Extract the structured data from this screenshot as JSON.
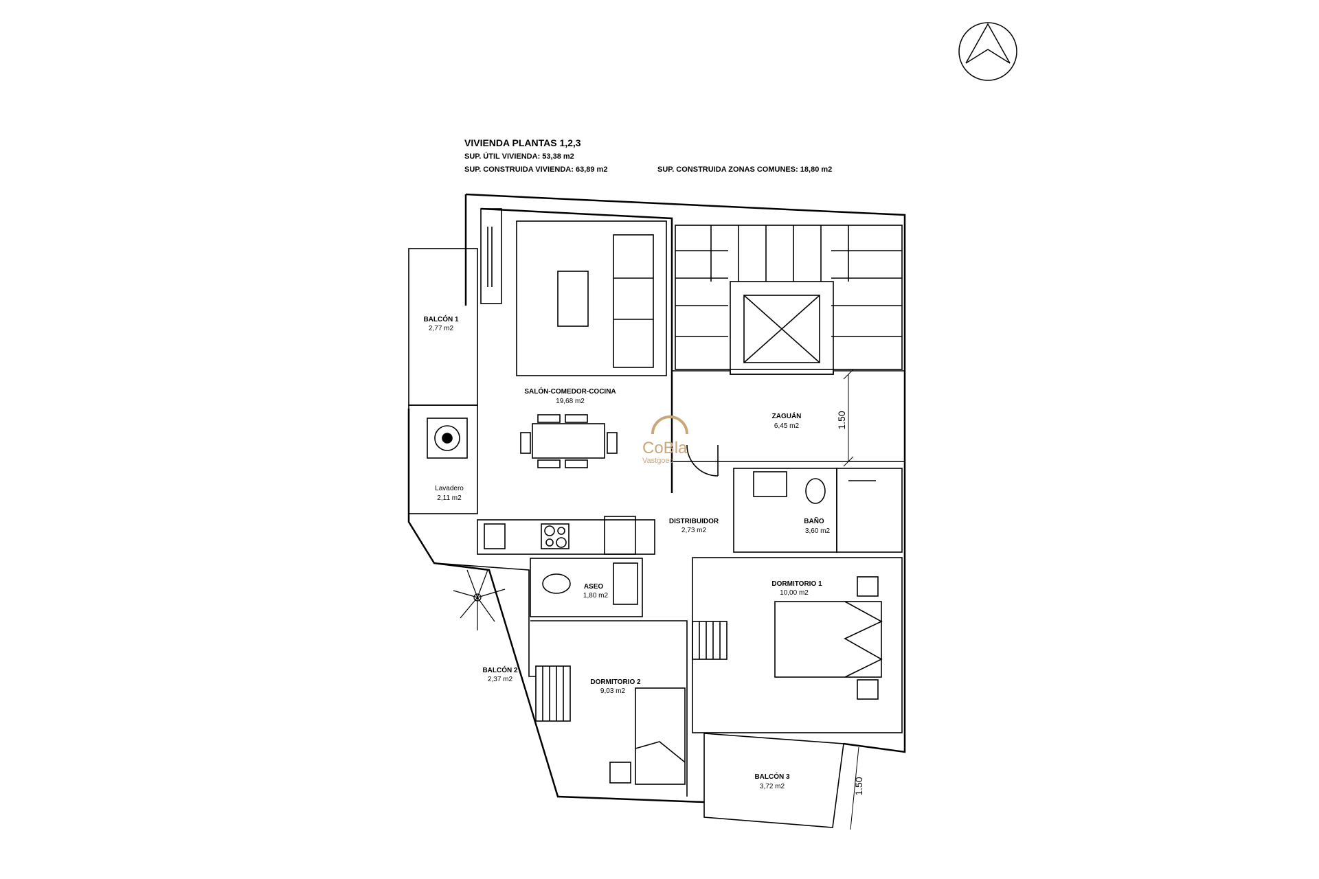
{
  "header": {
    "title": "VIVIENDA PLANTAS 1,2,3",
    "sup_util": "SUP. ÚTIL VIVIENDA: 53,38 m2",
    "sup_construida": "SUP. CONSTRUIDA VIVIENDA: 63,89 m2",
    "sup_comunes": "SUP. CONSTRUIDA ZONAS COMUNES: 18,80 m2"
  },
  "rooms": {
    "balcon1": {
      "name": "BALCÓN 1",
      "area": "2,77 m2"
    },
    "salon": {
      "name": "SALÓN-COMEDOR-COCINA",
      "area": "19,68 m2"
    },
    "zaguan": {
      "name": "ZAGUÁN",
      "area": "6,45 m2"
    },
    "lavadero": {
      "name": "Lavadero",
      "area": "2,11 m2"
    },
    "distribuidor": {
      "name": "DISTRIBUIDOR",
      "area": "2,73 m2"
    },
    "bano": {
      "name": "BAÑO",
      "area": "3,60 m2"
    },
    "aseo": {
      "name": "ASEO",
      "area": "1,80 m2"
    },
    "dormitorio1": {
      "name": "DORMITORIO 1",
      "area": "10,00 m2"
    },
    "balcon2": {
      "name": "BALCÓN 2",
      "area": "2,37 m2"
    },
    "dormitorio2": {
      "name": "DORMITORIO 2",
      "area": "9,03 m2"
    },
    "balcon3": {
      "name": "BALCÓN 3",
      "area": "3,72 m2"
    }
  },
  "dimensions": {
    "zaguan_width": "1.50",
    "balcon3_width": "1.50"
  },
  "watermark": {
    "line1": "CoBla",
    "line2": "Vastgoed",
    "color": "#c9a77a"
  },
  "north_arrow_icon": "north-arrow-icon"
}
